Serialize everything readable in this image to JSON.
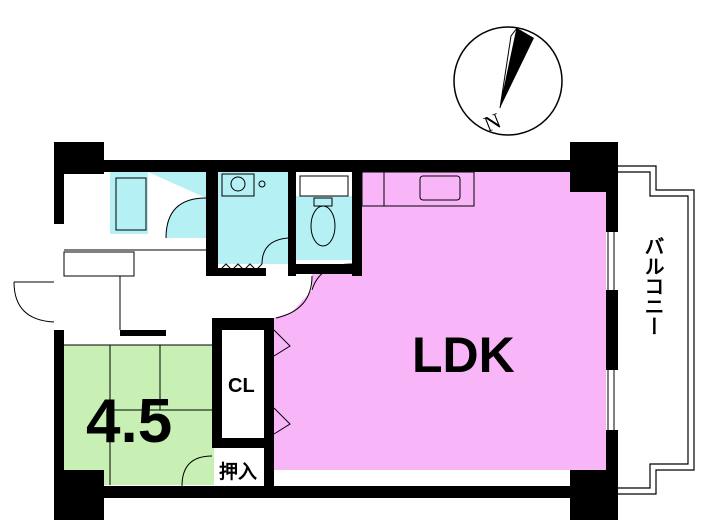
{
  "floor_plan": {
    "compass": {
      "label": "N"
    },
    "rooms": {
      "ldk": {
        "label": "LDK",
        "color": "#F8B6F8"
      },
      "japanese_room": {
        "label": "4.5",
        "color": "#C8F0B4"
      },
      "closet": {
        "label": "CL"
      },
      "oshiire": {
        "label": "押入"
      },
      "balcony": {
        "label": "バルコニー"
      }
    },
    "wet_area_color": "#B4F0F4",
    "wall_color": "#000000"
  }
}
